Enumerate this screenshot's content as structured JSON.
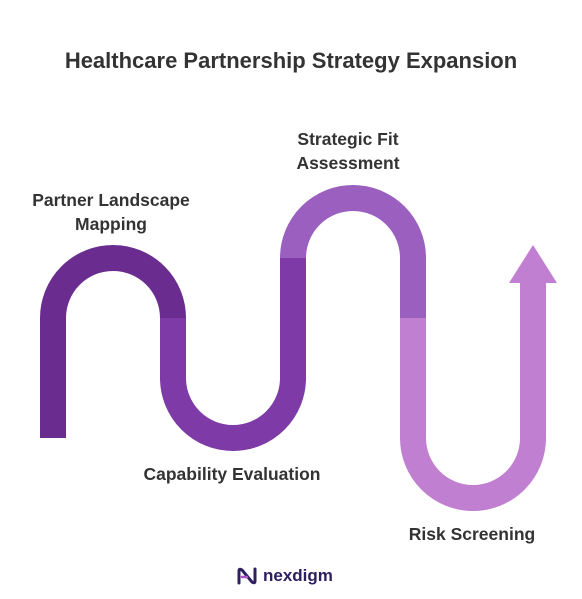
{
  "title": "Healthcare Partnership Strategy Expansion",
  "steps": [
    {
      "lines": [
        "Partner Landscape",
        "Mapping"
      ],
      "color": "#6a2d8f"
    },
    {
      "lines": [
        "Capability Evaluation"
      ],
      "color": "#7e3aa6"
    },
    {
      "lines": [
        "Strategic Fit",
        "Assessment"
      ],
      "color": "#9a5fbf"
    },
    {
      "lines": [
        "Risk Screening"
      ],
      "color": "#c07fd0"
    }
  ],
  "logo": {
    "text": "nexdigm",
    "icon": "nexdigm-logo-icon",
    "accent": "#2e2060"
  }
}
